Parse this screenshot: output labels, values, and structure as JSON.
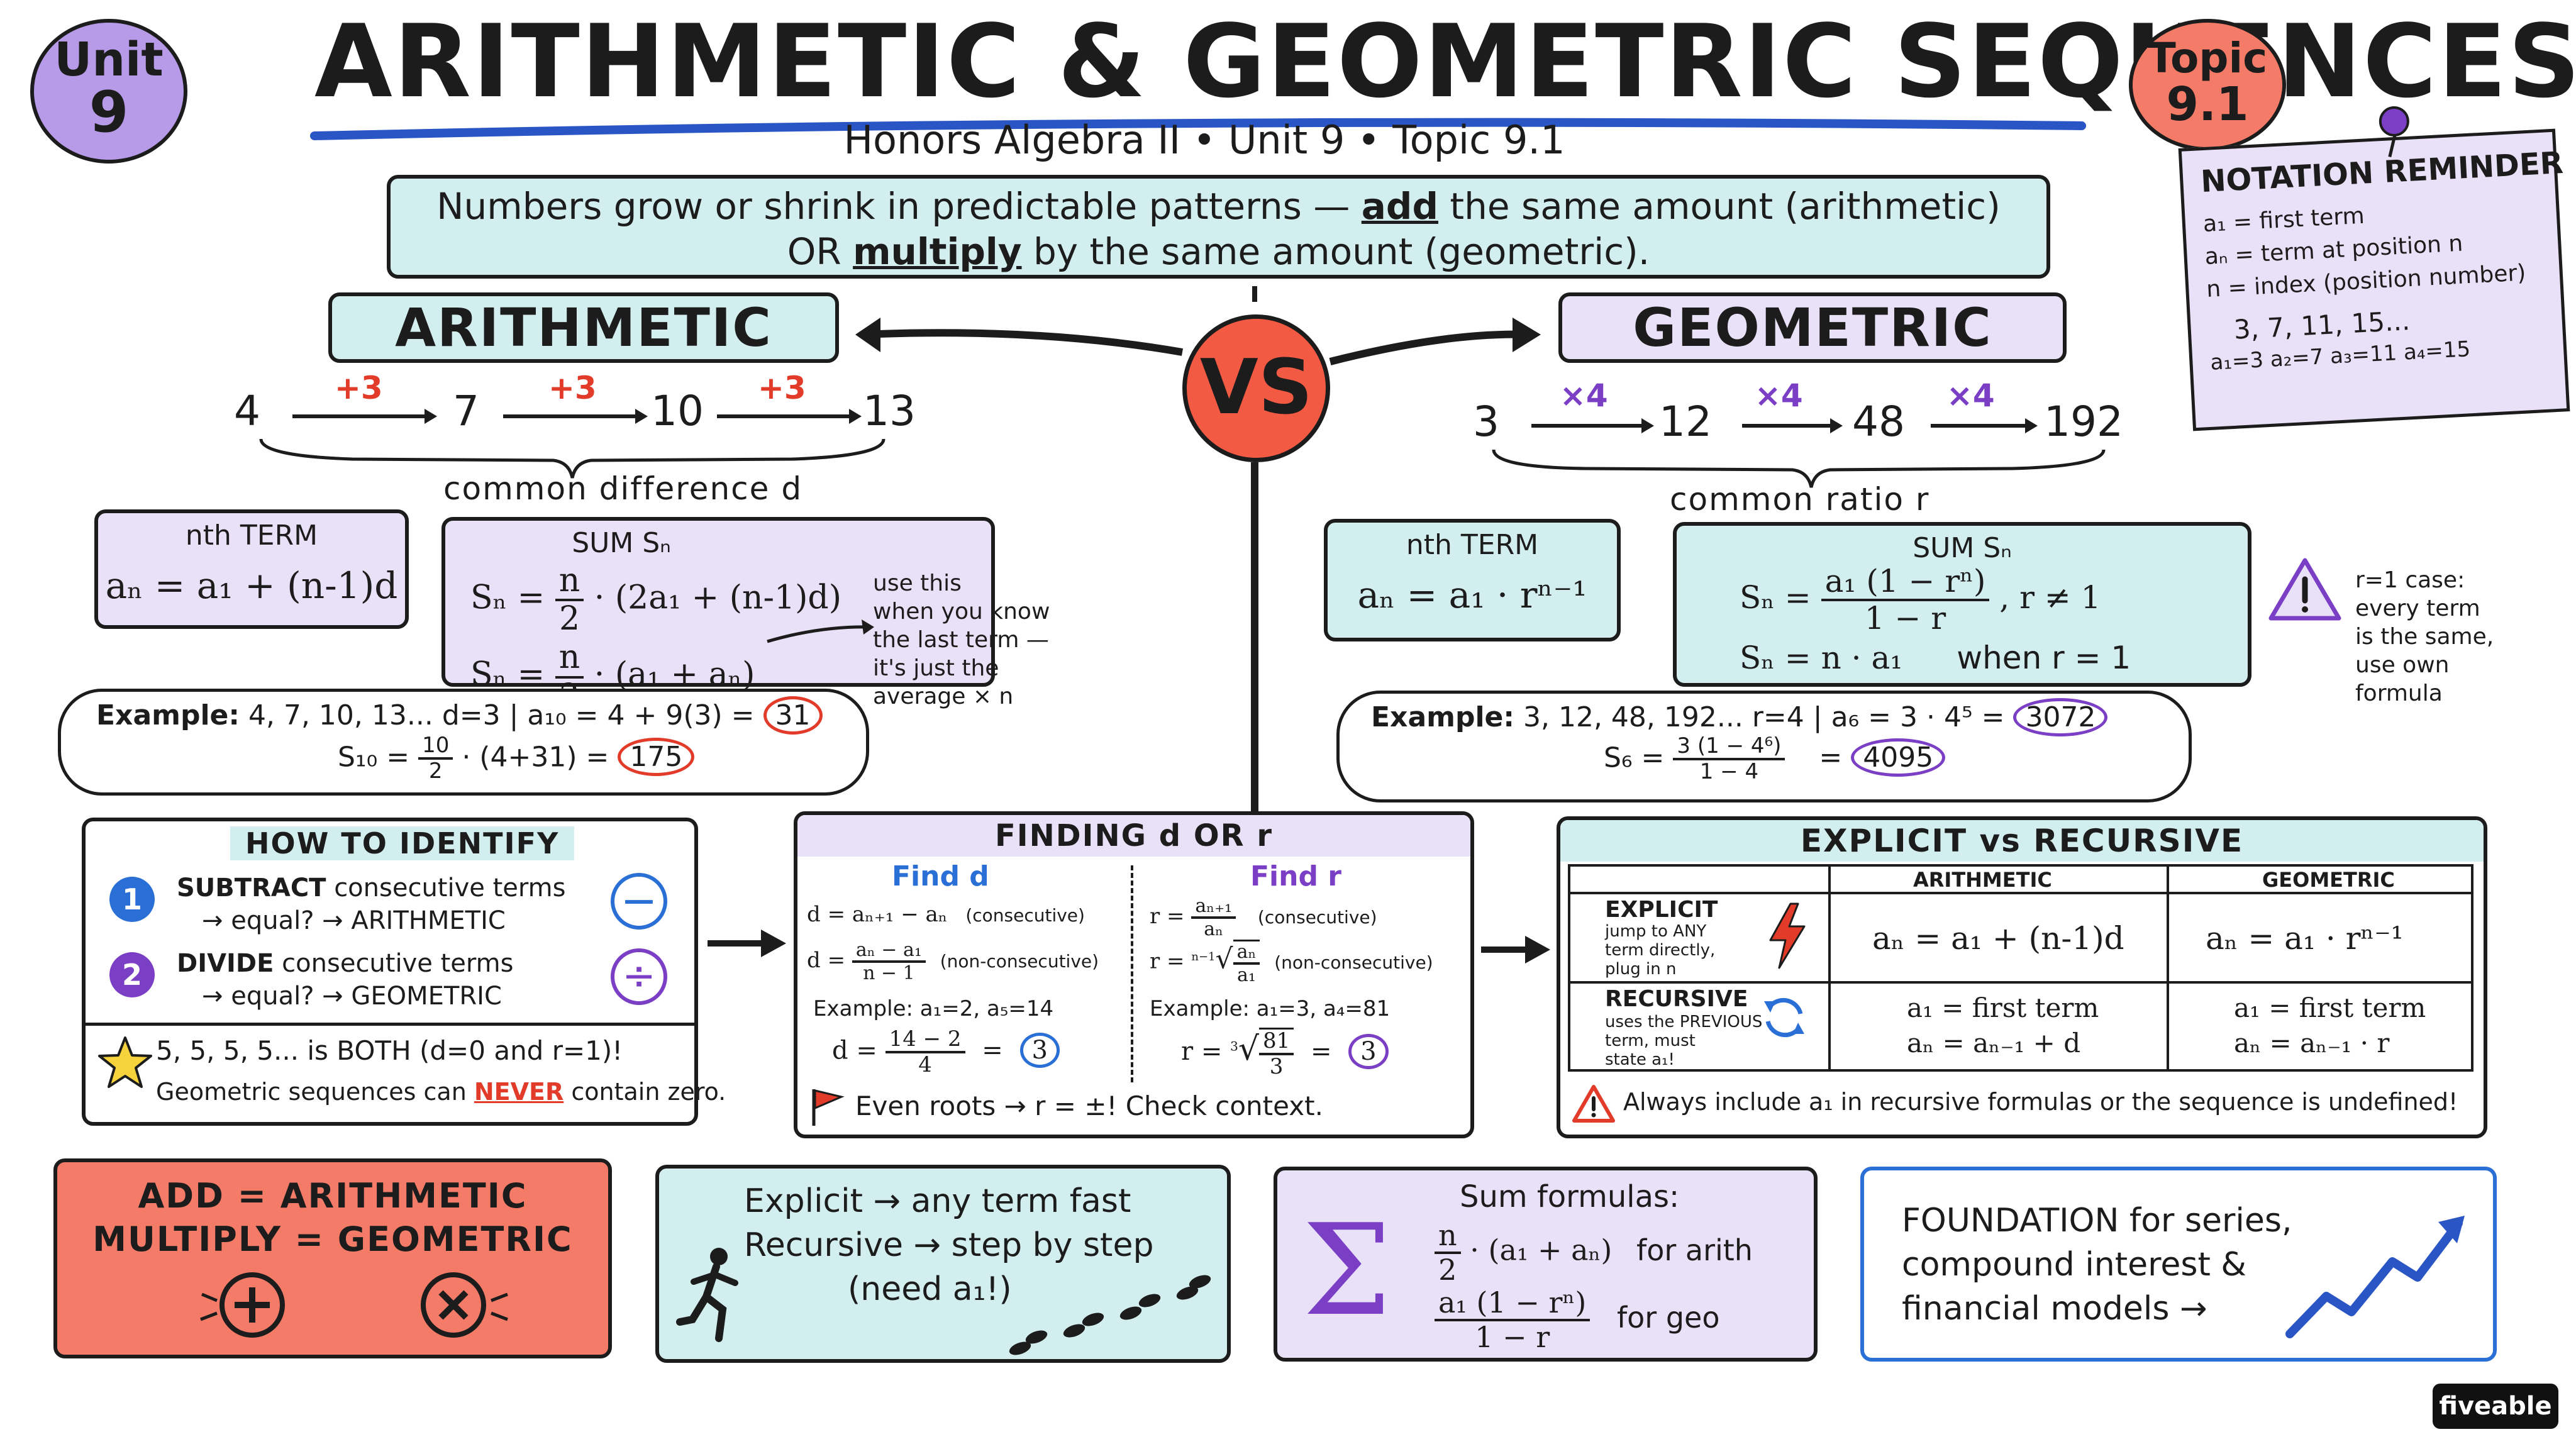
{
  "colors": {
    "purple": "#e9e1f7",
    "teal": "#d3eeef",
    "coral": "#f47b68",
    "red": "#e23b2a",
    "violet": "#7b3fc6",
    "blue": "#2a6fd6"
  },
  "header": {
    "unit_badge_line1": "Unit",
    "unit_badge_line2": "9",
    "title": "ARITHMETIC & GEOMETRIC SEQUENCES",
    "subtitle": "Honors Algebra II • Unit 9 • Topic 9.1",
    "topic_badge_line1": "Topic",
    "topic_badge_line2": "9.1"
  },
  "intro": {
    "line1_a": "Numbers grow or shrink in predictable patterns —",
    "line1_b": "add",
    "line1_c": "the same amount (arithmetic)",
    "line2_a": "OR",
    "line2_b": "multiply",
    "line2_c": "by the same amount (geometric)."
  },
  "notation": {
    "title": "NOTATION REMINDER",
    "l1": "a₁ = first term",
    "l2": "aₙ = term at position n",
    "l3": "n = index (position number)",
    "seq": "3, 7, 11, 15...",
    "terms": "a₁=3   a₂=7   a₃=11   a₄=15"
  },
  "vs": "VS",
  "arith": {
    "title": "ARITHMETIC",
    "seq": [
      "4",
      "7",
      "10",
      "13"
    ],
    "step": "+3",
    "brace_label": "common difference d",
    "nth_title": "nth TERM",
    "nth_formula": "aₙ = a₁ + (n-1)d",
    "sum_title": "SUM Sₙ",
    "sum_f1_lhs": "Sₙ =",
    "sum_f1_rhs": "· (2a₁ + (n-1)d)",
    "sum_f2_lhs": "Sₙ =",
    "sum_f2_rhs": "· (a₁ + aₙ)",
    "frac_num": "n",
    "frac_den": "2",
    "note": [
      "use this",
      "when you know",
      "the last term —",
      "it's just the",
      "average × n"
    ],
    "ex_label": "Example:",
    "ex_line1": "4, 7, 10, 13...  d=3  |  a₁₀ = 4 + 9(3) =",
    "ex_ans1": "31",
    "ex_line2_lhs": "S₁₀ =",
    "ex_frac_num": "10",
    "ex_frac_den": "2",
    "ex_line2_rhs": "· (4+31)  =",
    "ex_ans2": "175"
  },
  "geo": {
    "title": "GEOMETRIC",
    "seq": [
      "3",
      "12",
      "48",
      "192"
    ],
    "step": "×4",
    "brace_label": "common ratio r",
    "nth_title": "nth TERM",
    "nth_formula": "aₙ = a₁ · rⁿ⁻¹",
    "sum_title": "SUM Sₙ",
    "sum_f1_lhs": "Sₙ =",
    "sum_f1_num": "a₁ (1 − rⁿ)",
    "sum_f1_den": "1 − r",
    "sum_f1_cond": ",     r ≠ 1",
    "sum_f2": "Sₙ = n · a₁",
    "sum_f2_cond": "when  r = 1",
    "warn_note": [
      "r=1 case:",
      "every term",
      "is the same,",
      "use own",
      "formula"
    ],
    "ex_label": "Example:",
    "ex_line1": "3, 12, 48, 192...   r=4   |  a₆ = 3 · 4⁵ =",
    "ex_ans1": "3072",
    "ex_line2_lhs": "S₆ =",
    "ex_frac_num": "3 (1 − 4⁶)",
    "ex_frac_den": "1 − 4",
    "ex_line2_eq": "=",
    "ex_ans2": "4095"
  },
  "identify": {
    "title": "HOW TO IDENTIFY",
    "n1": "1",
    "s1_a": "SUBTRACT",
    "s1_b": "consecutive terms",
    "s1_c": "→ equal? → ARITHMETIC",
    "n2": "2",
    "s2_a": "DIVIDE",
    "s2_b": "consecutive terms",
    "s2_c": "→ equal? → GEOMETRIC",
    "minus": "−",
    "divide": "÷",
    "star_line1": "5, 5, 5, 5...  is BOTH (d=0 and r=1)!",
    "star_line2_a": "Geometric sequences can",
    "star_line2_b": "NEVER",
    "star_line2_c": "contain zero."
  },
  "finding": {
    "title": "FINDING d OR r",
    "find_d": "Find d",
    "find_r": "Find r",
    "d1": "d = aₙ₊₁ − aₙ",
    "d1_note": "(consecutive)",
    "d2_lhs": "d =",
    "d2_num": "aₙ − a₁",
    "d2_den": "n − 1",
    "d2_note": "(non-consecutive)",
    "d_ex": "Example: a₁=2, a₅=14",
    "d_res_lhs": "d =",
    "d_res_num": "14 − 2",
    "d_res_den": "4",
    "d_res_eq": "=",
    "d_ans": "3",
    "r1_lhs": "r =",
    "r1_num": "aₙ₊₁",
    "r1_den": "aₙ",
    "r1_note": "(consecutive)",
    "r2_lhs": "r =",
    "r2_idx": "n−1",
    "r2_num": "aₙ",
    "r2_den": "a₁",
    "r2_note": "(non-consecutive)",
    "r_ex": "Example: a₁=3, a₄=81",
    "r_res_lhs": "r =",
    "r_res_idx": "3",
    "r_res_num": "81",
    "r_res_den": "3",
    "r_res_eq": "=",
    "r_ans": "3",
    "flag_note": "Even roots → r = ±!  Check context."
  },
  "explicit": {
    "title": "EXPLICIT vs RECURSIVE",
    "col_arith": "ARITHMETIC",
    "col_geo": "GEOMETRIC",
    "row1_title": "EXPLICIT",
    "row1_desc": [
      "jump to ANY",
      "term directly,",
      "plug in n"
    ],
    "row1_arith": "aₙ = a₁ + (n-1)d",
    "row1_geo": "aₙ = a₁ · rⁿ⁻¹",
    "row2_title": "RECURSIVE",
    "row2_desc": [
      "uses the PREVIOUS",
      "term, must",
      "state a₁!"
    ],
    "row2_arith_1": "a₁ = first term",
    "row2_arith_2": "aₙ = aₙ₋₁ + d",
    "row2_geo_1": "a₁ = first term",
    "row2_geo_2": "aₙ = aₙ₋₁ · r",
    "warn": "Always include a₁ in recursive formulas or the sequence is undefined!"
  },
  "bottom": {
    "b1_l1": "ADD = ARITHMETIC",
    "b1_l2": "MULTIPLY = GEOMETRIC",
    "b2_l1": "Explicit → any term fast",
    "b2_l2": "Recursive → step by step",
    "b2_l3": "(need a₁!)",
    "b3_title": "Sum formulas:",
    "b3_f1_num": "n",
    "b3_f1_den": "2",
    "b3_f1_rhs": "· (a₁ + aₙ)",
    "b3_f1_note": "for arith",
    "b3_f2_num": "a₁ (1 − rⁿ)",
    "b3_f2_den": "1 − r",
    "b3_f2_note": "for geo",
    "b4_l1": "FOUNDATION for series,",
    "b4_l2": "compound interest &",
    "b4_l3": "financial models  →"
  },
  "brand": "fiveable"
}
